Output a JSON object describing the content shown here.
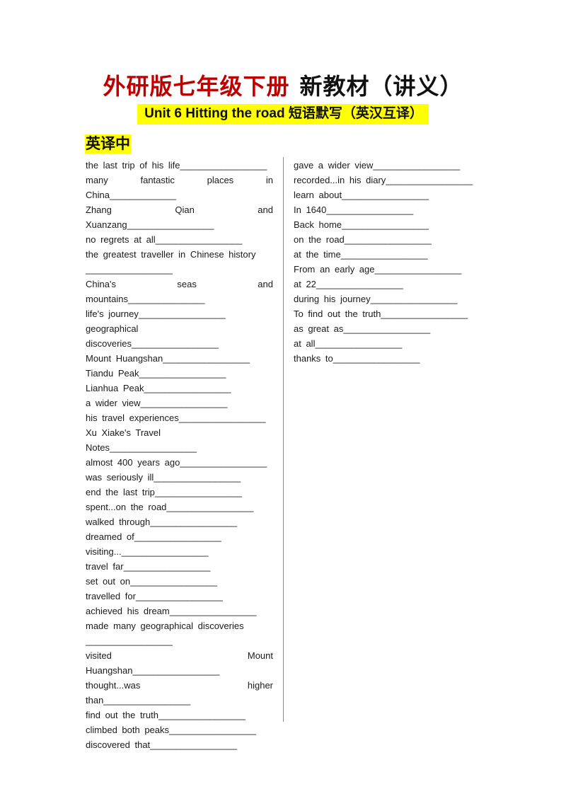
{
  "header": {
    "title_red": "外研版七年级下册",
    "title_black": "新教材（讲义）",
    "subtitle": "Unit 6 Hitting the road 短语默写（英汉互译）",
    "section_label": "英译中",
    "colors": {
      "title_red": "#c00000",
      "highlight": "#ffff00"
    }
  },
  "blank": "_________________",
  "left_column": [
    {
      "line": "the last trip of his life_________________"
    },
    {
      "line": "many fantastic places in",
      "justify": true
    },
    {
      "line": "China_____________"
    },
    {
      "line": "Zhang Qian and",
      "justify": true
    },
    {
      "line": "Xuanzang_________________"
    },
    {
      "line": "no regrets at all_________________"
    },
    {
      "line": "the greatest traveller in Chinese history"
    },
    {
      "line": "_________________"
    },
    {
      "line": "China's seas and",
      "justify": true
    },
    {
      "line": "mountains_______________"
    },
    {
      "line": "life's journey_________________"
    },
    {
      "line": "geographical discoveries_________________"
    },
    {
      "line": "Mount Huangshan_________________"
    },
    {
      "line": "Tiandu Peak_________________"
    },
    {
      "line": "Lianhua Peak_________________"
    },
    {
      "line": "a wider view_________________"
    },
    {
      "line": "his travel experiences_________________"
    },
    {
      "line": "Xu Xiake's Travel Notes_________________"
    },
    {
      "line": "almost 400 years ago_________________"
    },
    {
      "line": "was seriously ill_________________"
    },
    {
      "line": "end the last trip_________________"
    },
    {
      "line": "spent...on the road_________________"
    },
    {
      "line": "walked through_________________"
    },
    {
      "line": "dreamed of_________________"
    },
    {
      "line": "visiting..._________________"
    },
    {
      "line": "travel far_________________"
    },
    {
      "line": "set out on_________________"
    },
    {
      "line": "travelled for_________________"
    },
    {
      "line": "achieved his dream_________________"
    },
    {
      "line": "made many geographical discoveries"
    },
    {
      "line": "_________________"
    },
    {
      "line": "visited Mount",
      "justify": true
    },
    {
      "line": "Huangshan_________________"
    },
    {
      "line": "thought...was higher",
      "justify": true
    },
    {
      "line": "than_________________"
    },
    {
      "line": "find out the truth_________________"
    },
    {
      "line": "climbed both peaks_________________"
    },
    {
      "line": "discovered that_________________"
    }
  ],
  "right_column": [
    {
      "line": "gave a wider view_________________"
    },
    {
      "line": "recorded...in his diary_________________"
    },
    {
      "line": "learn about_________________"
    },
    {
      "line": "In 1640_________________"
    },
    {
      "line": "Back home_________________"
    },
    {
      "line": "on the road_________________"
    },
    {
      "line": "at the time_________________"
    },
    {
      "line": "From an early age_________________"
    },
    {
      "line": "at 22_________________"
    },
    {
      "line": "during his journey_________________"
    },
    {
      "line": "To find out the truth_________________"
    },
    {
      "line": "as great as_________________"
    },
    {
      "line": "at all_________________"
    },
    {
      "line": "thanks to_________________"
    }
  ]
}
